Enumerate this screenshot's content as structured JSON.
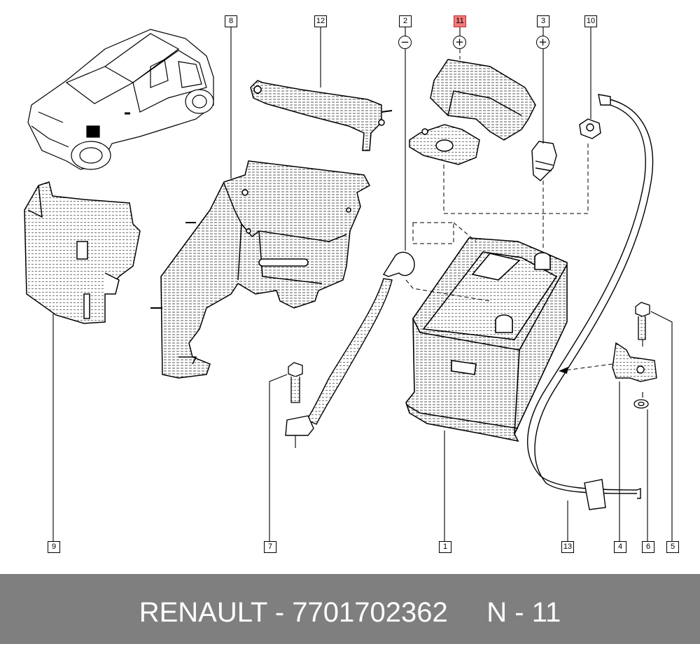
{
  "callouts": {
    "c1": "1",
    "c2": "2",
    "c3": "3",
    "c4": "4",
    "c5": "5",
    "c6": "6",
    "c7": "7",
    "c8": "8",
    "c9": "9",
    "c10": "10",
    "c11": "11",
    "c12": "12",
    "c13": "13"
  },
  "highlight": {
    "callout": "11",
    "color": "#f07a7a"
  },
  "symbols": {
    "minus": "−",
    "plus": "+"
  },
  "footer": {
    "text": "RENAULT - 7701702362     N - 11",
    "background": "#7f7f7f",
    "text_color": "#ffffff"
  }
}
